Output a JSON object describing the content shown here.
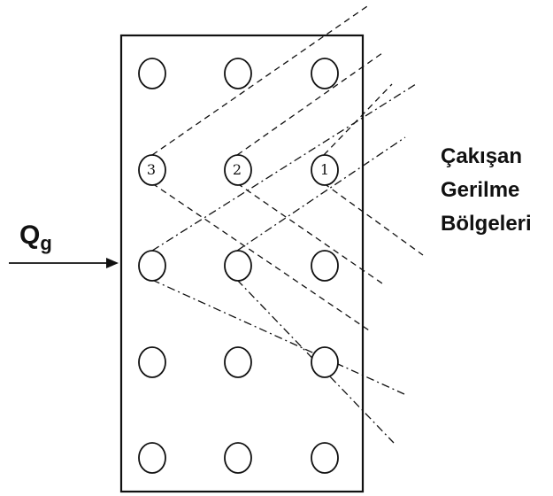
{
  "load_label": {
    "main": "Q",
    "sub": "g"
  },
  "pile_numbers": [
    "3",
    "2",
    "1"
  ],
  "region_label": [
    "Çakışan",
    "Gerilme",
    "Bölgeleri"
  ],
  "colors": {
    "ink": "#111111",
    "background": "#ffffff"
  },
  "grid": {
    "rows": 5,
    "cols": 3
  }
}
